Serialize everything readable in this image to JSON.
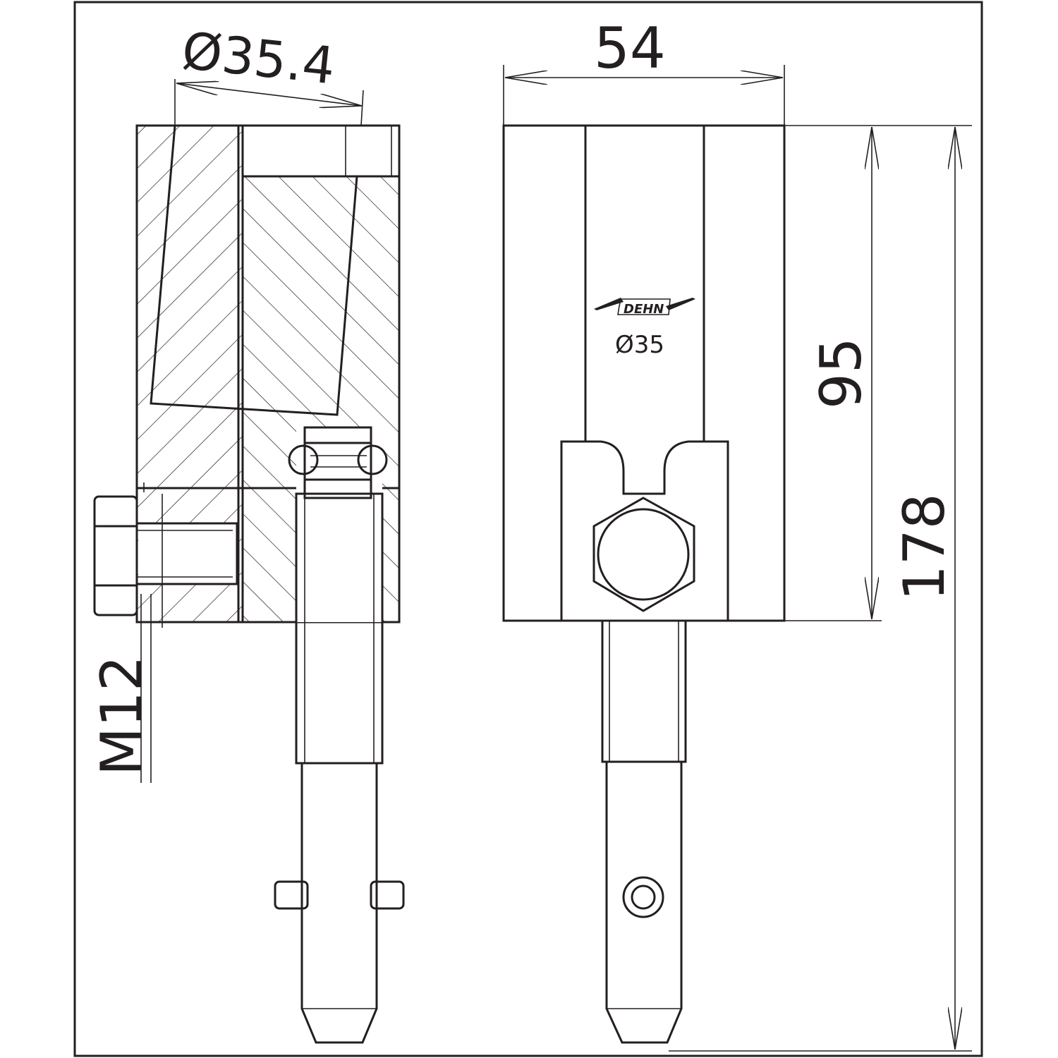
{
  "drawing": {
    "dimensions": {
      "bore_diameter_side": "Ø35.4",
      "width_front": "54",
      "bore_diameter_front": "Ø35",
      "clamp_height": "95",
      "overall_height": "178",
      "screw_thread": "M12"
    },
    "logo": {
      "text": "DEHN"
    },
    "colors": {
      "line": "#231f20",
      "background": "#ffffff"
    }
  }
}
